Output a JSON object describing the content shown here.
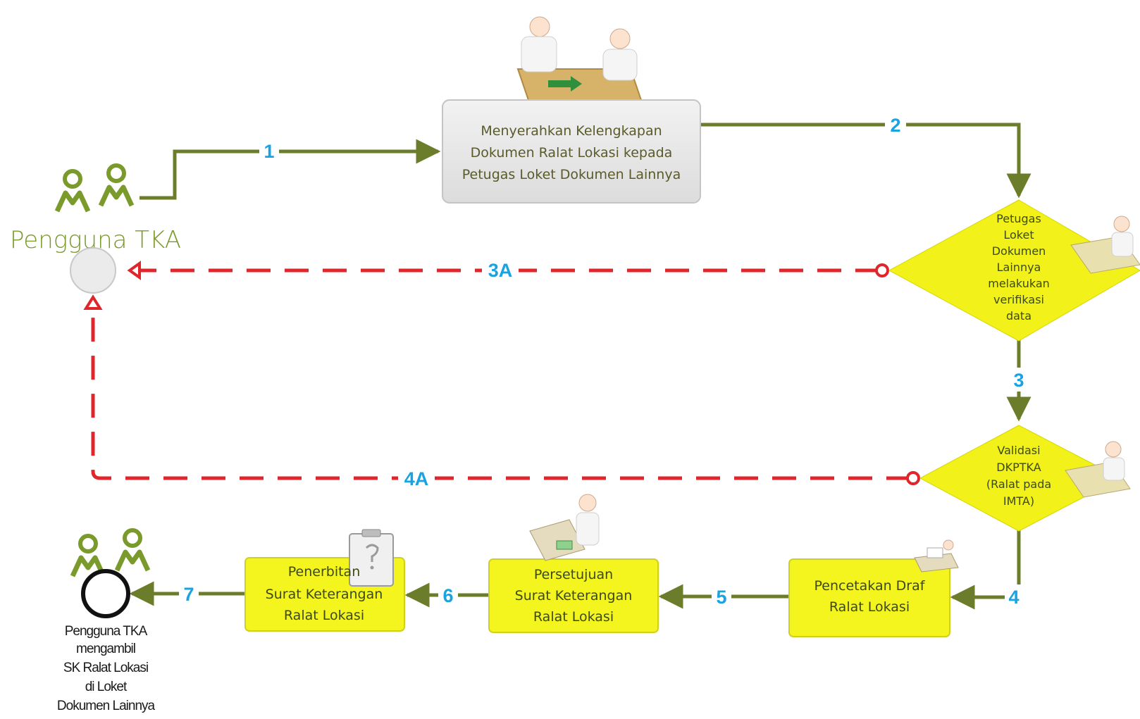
{
  "colors": {
    "flow_green": "#6b7d2a",
    "return_red": "#e0252b",
    "decision_yellow": "#f2f21a",
    "process_yellow": "#f4f41f",
    "start_box_gray": "#e8e8e8",
    "step_blue": "#1aa3e0",
    "actor_green": "#7a9a2c"
  },
  "actors": {
    "start_label": "Pengguna TKA",
    "end_label_lines": [
      "Pengguna TKA",
      "mengambil",
      "SK Ralat Lokasi",
      "di Loket",
      "Dokumen Lainnya"
    ]
  },
  "boxes": {
    "submit": [
      "Menyerahkan Kelengkapan",
      "Dokumen Ralat Lokasi kepada",
      "Petugas Loket Dokumen Lainnya"
    ],
    "print_draft": [
      "Pencetakan Draf",
      "Ralat Lokasi"
    ],
    "approval": [
      "Persetujuan",
      "Surat Keterangan",
      "Ralat Lokasi"
    ],
    "issuance": [
      "Penerbitan",
      "Surat Keterangan",
      "Ralat Lokasi"
    ]
  },
  "decisions": {
    "verification": [
      "Petugas",
      "Loket",
      "Dokumen",
      "Lainnya",
      "melakukan",
      "verifikasi",
      "data"
    ],
    "validation": [
      "Validasi",
      "DKPTKA",
      "(Ralat pada",
      "IMTA)"
    ]
  },
  "steps": {
    "s1": "1",
    "s2": "2",
    "s3": "3",
    "s3a": "3A",
    "s4": "4",
    "s4a": "4A",
    "s5": "5",
    "s6": "6",
    "s7": "7"
  },
  "icons": {
    "meeting": "meeting-desk-icon",
    "officer": "officer-desk-icon",
    "printer": "printer-icon",
    "document": "document-clipboard-icon",
    "users": "users-group-icon"
  }
}
